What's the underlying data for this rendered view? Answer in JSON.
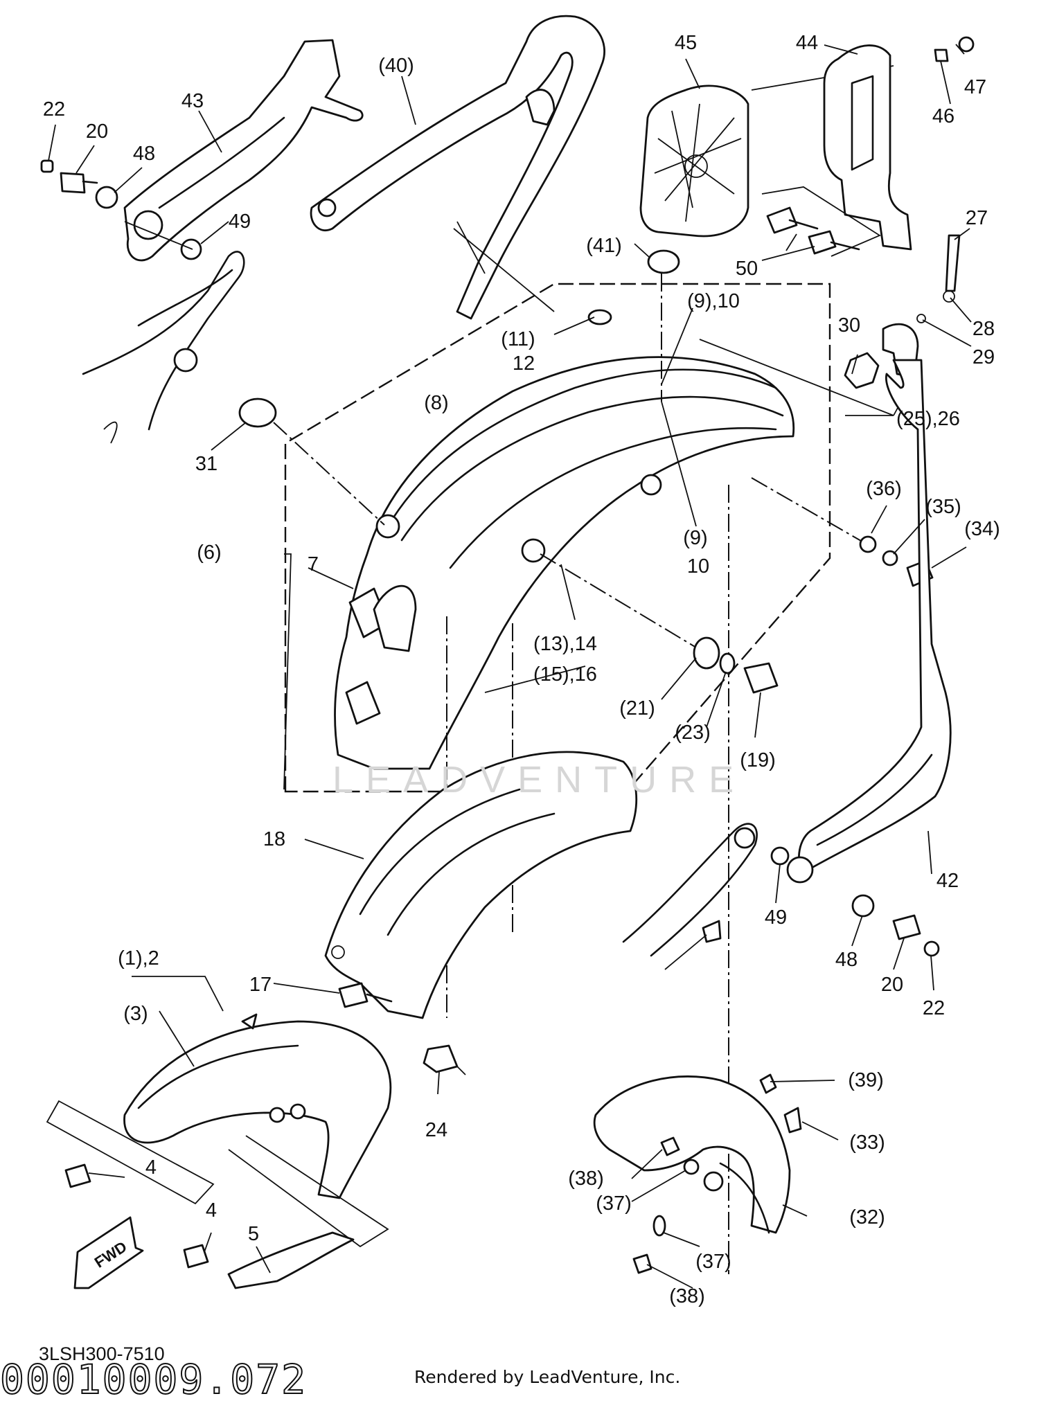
{
  "diagram": {
    "callouts": {
      "c22a": "22",
      "c20a": "20",
      "c43": "43",
      "c48a": "48",
      "c49a": "49",
      "c40": "(40)",
      "c45": "45",
      "c44": "44",
      "c47": "47",
      "c46": "46",
      "c27": "27",
      "c28": "28",
      "c29": "29",
      "c30": "30",
      "c50": "50",
      "c41": "(41)",
      "c9_10a": "(9),10",
      "c11": "(11)",
      "c12": "12",
      "c8": "(8)",
      "c25_26": "(25),26",
      "c31": "31",
      "c6": "(6)",
      "c7": "7",
      "c9b": "(9)",
      "c10b": "10",
      "c36": "(36)",
      "c35": "(35)",
      "c34": "(34)",
      "c13_14": "(13),14",
      "c15_16": "(15),16",
      "c21": "(21)",
      "c23": "(23)",
      "c19": "(19)",
      "c18": "18",
      "c42": "42",
      "c49b": "49",
      "c48b": "48",
      "c20b": "20",
      "c22b": "22",
      "c1_2": "(1),2",
      "c3": "(3)",
      "c17": "17",
      "c24": "24",
      "c39": "(39)",
      "c33": "(33)",
      "c38a": "(38)",
      "c37a": "(37)",
      "c32": "(32)",
      "c37b": "(37)",
      "c38b": "(38)",
      "c4a": "4",
      "c4b": "4",
      "c5": "5"
    },
    "fwd_label": "FWD",
    "watermark": "LEADVENTURE",
    "part_code": "3LSH300-7510",
    "sheet_code": "00010009.072",
    "credit": "Rendered by LeadVenture, Inc."
  }
}
